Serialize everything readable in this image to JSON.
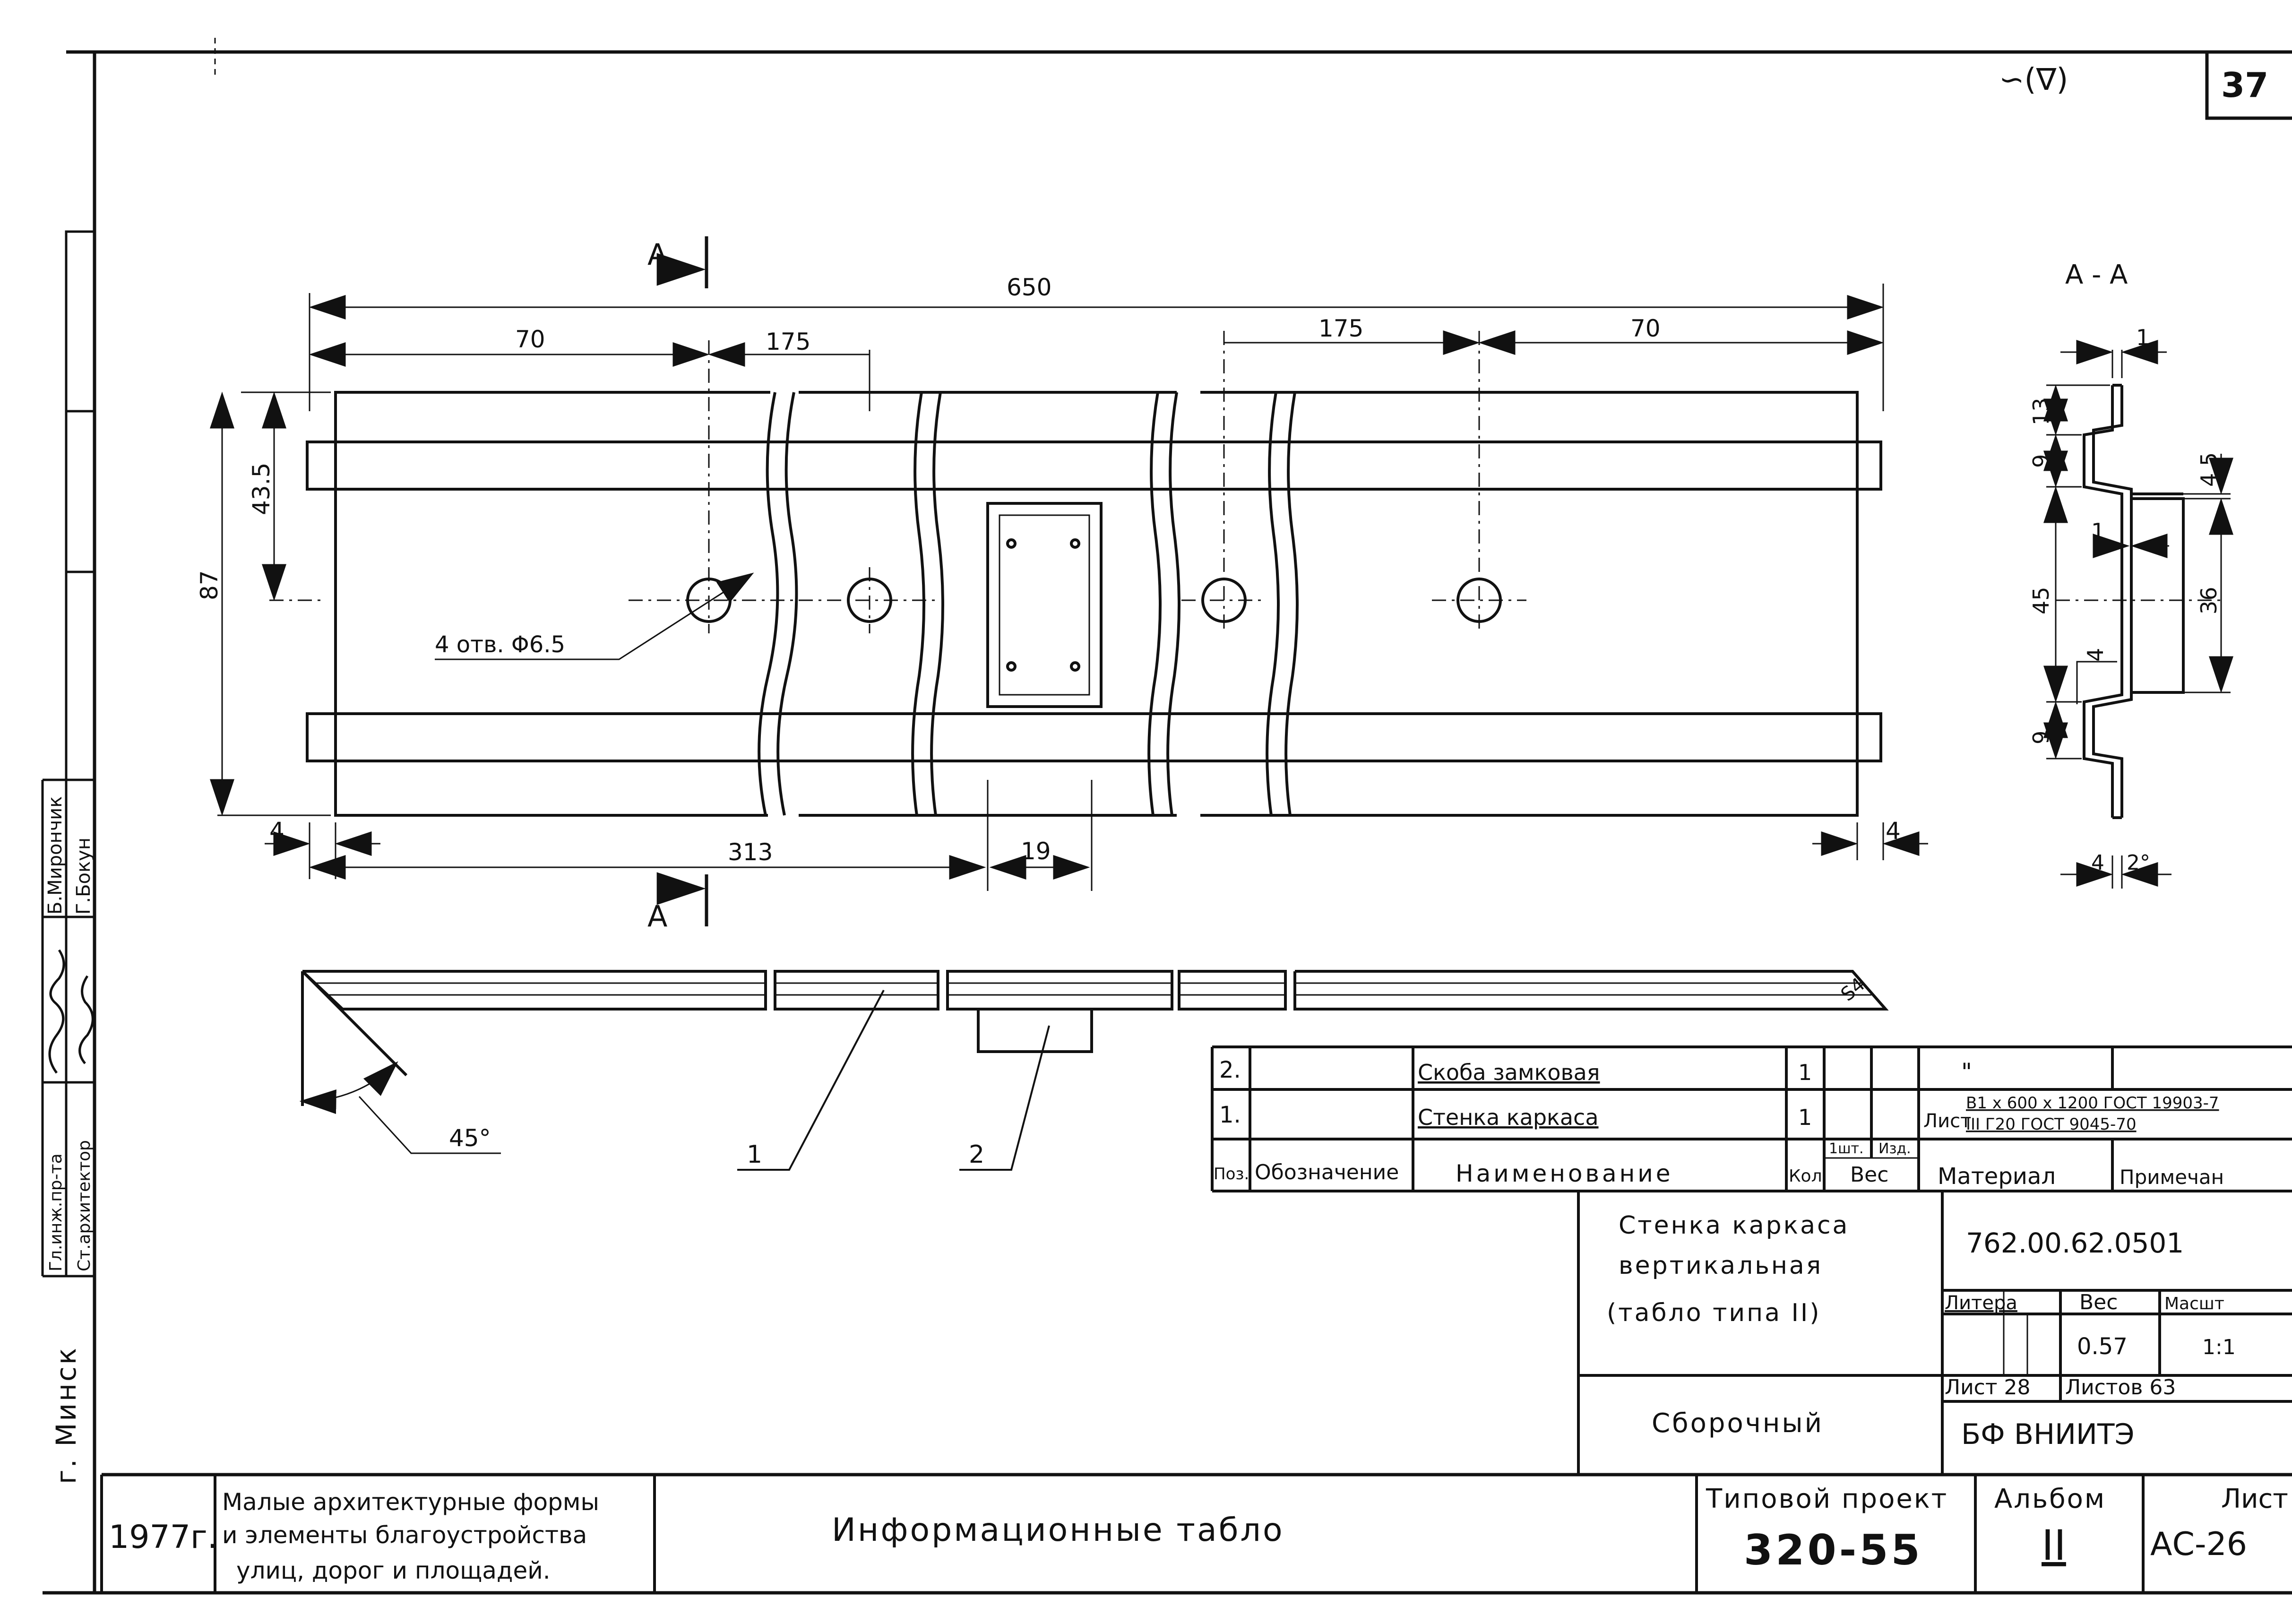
{
  "top": {
    "mark": "∽(∇)",
    "page_number": "37"
  },
  "main_view": {
    "section_label_top": "A",
    "section_label_bottom": "A",
    "dims": {
      "overall": "650",
      "left_70": "70",
      "left_175": "175",
      "right_175": "175",
      "right_70": "70",
      "height_87": "87",
      "half_43_5": "43.5",
      "edge_left_4": "4",
      "edge_right_4": "4",
      "dist_313": "313",
      "dist_19": "19"
    },
    "holes_callout": "4 отв. Φ6.5"
  },
  "bottom_view": {
    "angle": "45°",
    "leader_1": "1",
    "leader_2": "2",
    "thk_s4": "S4"
  },
  "section": {
    "title": "А - А",
    "dims": {
      "d1_top": "1",
      "d13": "13",
      "d9_top": "9",
      "d4_5": "4.5",
      "d1_mid": "1",
      "d45": "45",
      "d36": "36",
      "d4": "4",
      "d9_bot": "9",
      "d4_bottom": "4",
      "angle": "2°"
    }
  },
  "spec_table": {
    "headers": {
      "pos": "Поз.",
      "designation": "Обозначение",
      "name": "Наименование",
      "qty": "Кол",
      "weight": "Вес",
      "unit_weight": "1шт.",
      "product_weight": "Изд.",
      "material": "Материал",
      "note": "Примечан"
    },
    "rows": [
      {
        "pos": "2.",
        "designation": "",
        "name": "Скоба замковая",
        "qty": "1",
        "material": "\""
      },
      {
        "pos": "1.",
        "designation": "",
        "name": "Стенка каркаса",
        "qty": "1",
        "material_sheet": "Лист",
        "material_line1": "В1 х 600 х 1200 ГОСТ 19903-7",
        "material_line2": "III Г20 ГОСТ 9045-70"
      }
    ]
  },
  "title_block": {
    "product_name": [
      "Стенка каркаса",
      "вертикальная",
      "(табло типа II)"
    ],
    "drawing_type": "Сборочный",
    "code": "762.00.62.0501",
    "litera_label": "Литера",
    "weight_label": "Вес",
    "scale_label": "Масшт",
    "weight": "0.57",
    "scale": "1:1",
    "sheet_label": "Лист 28",
    "sheets_label": "Листов 63",
    "org": "БФ ВНИИТЭ"
  },
  "bottom_strip": {
    "city": "г. Минск",
    "year": "1977г.",
    "album_title": [
      "Малые архитектурные формы",
      "и элементы благоустройства",
      "улиц, дорог и площадей."
    ],
    "section_title": "Информационные табло",
    "project_label": "Типовой проект",
    "project_number": "320-55",
    "album_label": "Альбом",
    "album_number": "II",
    "sheet_label": "Лист",
    "sheet_number": "АС-26"
  },
  "side_stamp": {
    "roles": [
      "Гл.инж.пр-та",
      "Ст.архитектор"
    ],
    "names": [
      "Б.Мирончик",
      "Г.Бокун"
    ]
  }
}
